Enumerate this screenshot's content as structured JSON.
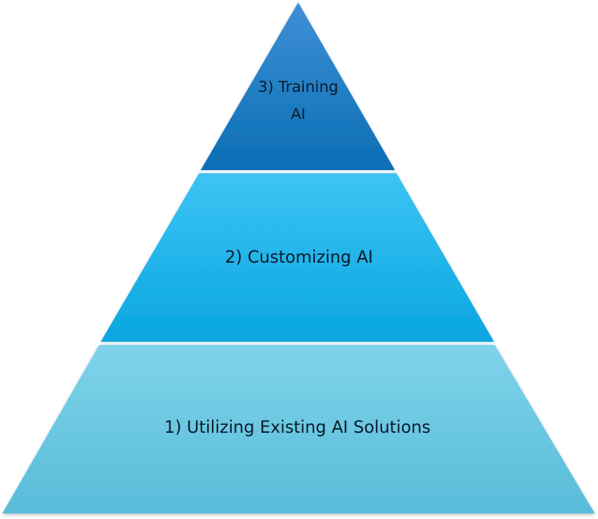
{
  "pyramid": {
    "tiers": [
      {
        "level": 3,
        "label_line1": "3) Training",
        "label_line2": "AI",
        "color_top": "#3f8fd6",
        "color_bottom": "#0a6fb4"
      },
      {
        "level": 2,
        "label": "2) Customizing AI",
        "color_top": "#3cc4f4",
        "color_bottom": "#0aa6e0"
      },
      {
        "level": 1,
        "label": "1) Utilizing Existing AI Solutions",
        "color_top": "#7fd3ea",
        "color_bottom": "#58bcd9"
      }
    ],
    "separator_color": "#e8f6fc"
  }
}
